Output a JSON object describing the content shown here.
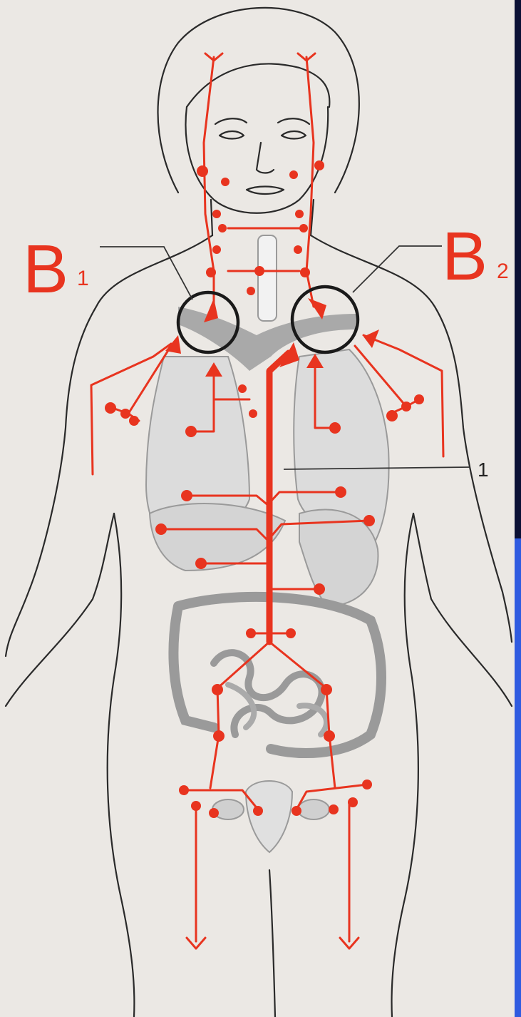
{
  "diagram": {
    "labels": {
      "b1_letter": "B",
      "b1_sub": "1",
      "b2_letter": "B",
      "b2_sub": "2",
      "pointer_1": "1"
    }
  },
  "colors": {
    "page_background": "#0b1035",
    "paper": "#ebe8e4",
    "accent_blue": "#2f5be0",
    "lymph_red": "#e8341f",
    "organ_gray": "#9a9a9a",
    "outline_dark": "#2a2a2a",
    "circle_black": "#1a1a1a"
  }
}
